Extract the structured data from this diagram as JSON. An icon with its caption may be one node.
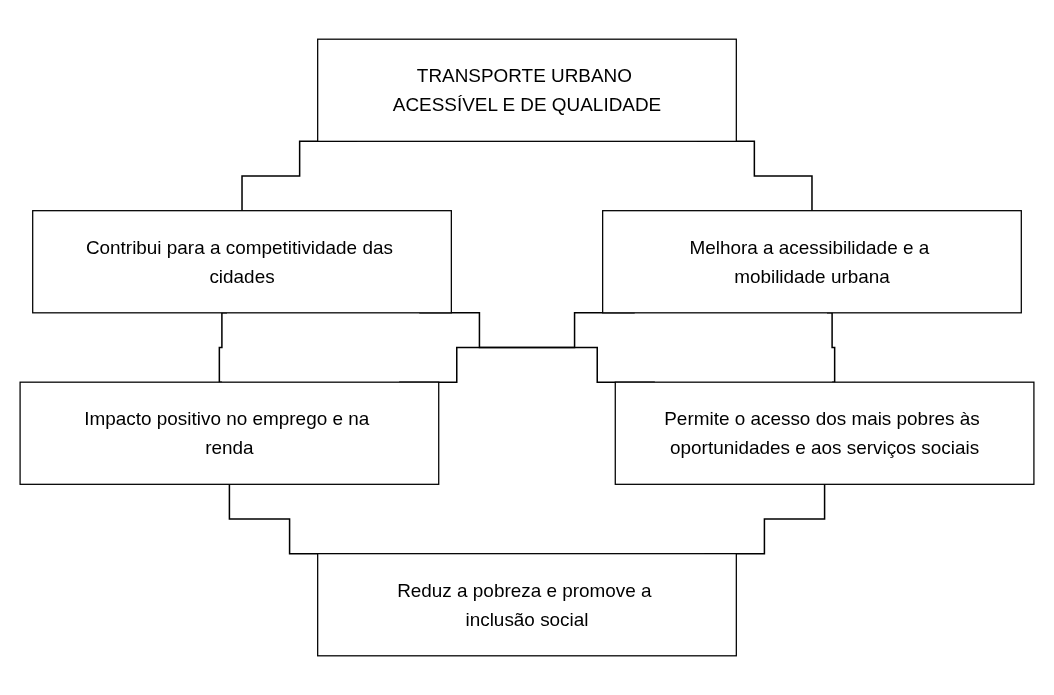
{
  "diagram": {
    "nodes": [
      {
        "text": [
          "TRANSPORTE URBANO ACESSÍVEL E DE QUALIDADE"
        ]
      },
      {
        "text": [
          "Contribui para a competitividade das cidades"
        ]
      },
      {
        "text": [
          "Melhora a acessibilidade e a mobilidade urbana"
        ]
      },
      {
        "text": [
          "Impacto positivo no emprego e na renda"
        ]
      },
      {
        "text": [
          "Permite o acesso dos mais pobres às oportunidades e aos serviços sociais"
        ]
      },
      {
        "text": [
          "Reduz a pobreza e promove a inclusão social"
        ]
      }
    ],
    "edges": [
      {
        "from": 0,
        "to": 1,
        "arrow": "none"
      },
      {
        "from": 0,
        "to": 2,
        "arrow": "none"
      },
      {
        "from": 1,
        "to": 3,
        "arrow": "none"
      },
      {
        "from": 1,
        "to": 4,
        "arrow": "none"
      },
      {
        "from": 2,
        "to": 3,
        "arrow": "none"
      },
      {
        "from": 2,
        "to": 4,
        "arrow": "none"
      },
      {
        "from": 3,
        "to": 5,
        "arrow": "none"
      },
      {
        "from": 4,
        "to": 5,
        "arrow": "none"
      }
    ]
  }
}
